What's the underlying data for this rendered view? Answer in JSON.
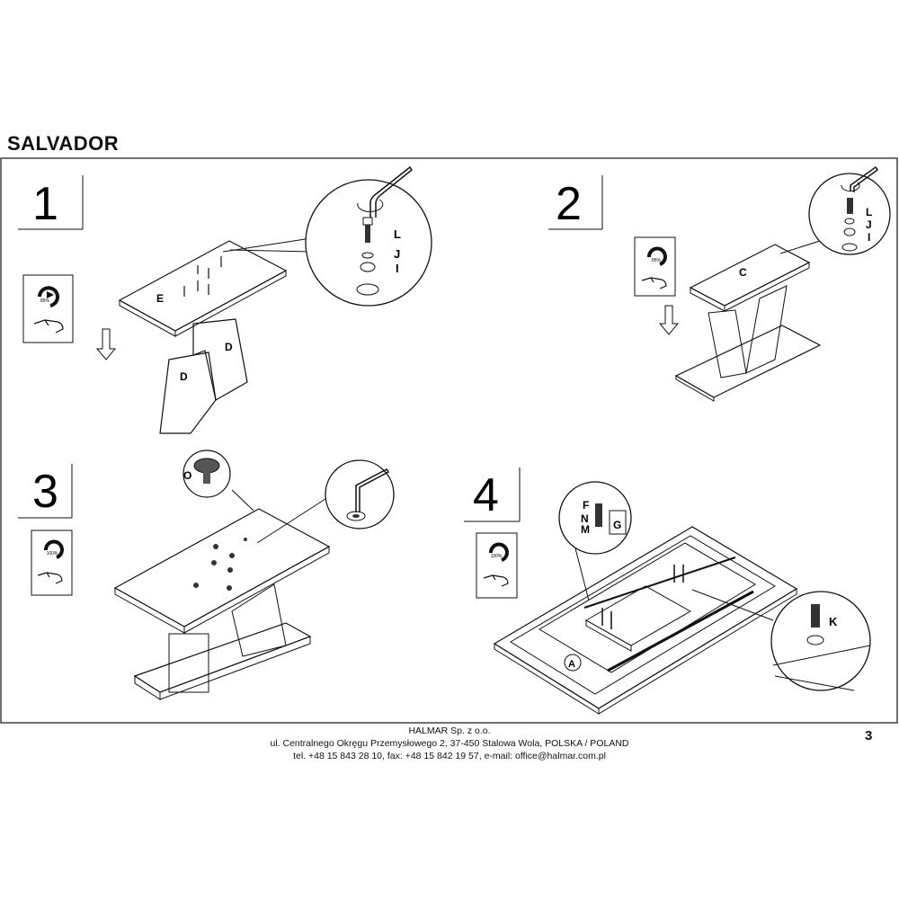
{
  "document": {
    "title": "SALVADOR",
    "page_number": "3"
  },
  "steps": [
    {
      "number": "1",
      "parts": [
        "E",
        "D",
        "D"
      ],
      "callout_labels": [
        "L",
        "J",
        "I"
      ],
      "percent": "85%"
    },
    {
      "number": "2",
      "parts": [
        "C"
      ],
      "callout_labels": [
        "L",
        "J",
        "I"
      ],
      "percent": "85%"
    },
    {
      "number": "3",
      "parts": [],
      "callout_labels": [
        "O"
      ],
      "percent": "100%"
    },
    {
      "number": "4",
      "parts": [
        "A"
      ],
      "callout_labels": [
        "F",
        "N",
        "M",
        "G",
        "K"
      ],
      "percent": "100%"
    }
  ],
  "footer": {
    "company": "HALMAR Sp. z o.o.",
    "address": "ul. Centralnego Okręgu Przemysłowego 2, 37-450 Stalowa Wola, POLSKA / POLAND",
    "contact": "tel. +48 15 843 28 10, fax: +48 15 842 19 57, e-mail: office@halmar.com.pl"
  }
}
